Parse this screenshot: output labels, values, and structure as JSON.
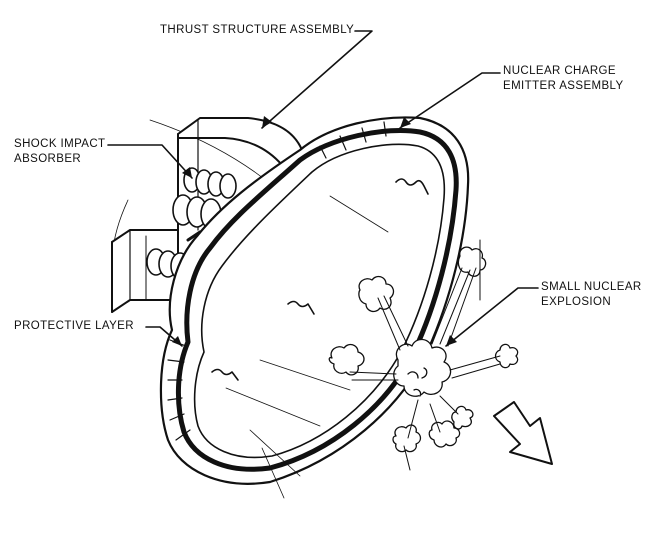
{
  "labels": {
    "thrust_structure": [
      "THRUST STRUCTURE ASSEMBLY"
    ],
    "nuclear_charge_emitter": [
      "NUCLEAR CHARGE",
      "EMITTER ASSEMBLY"
    ],
    "shock_impact_absorber": [
      "SHOCK IMPACT",
      "ABSORBER"
    ],
    "small_nuclear_explosion": [
      "SMALL NUCLEAR",
      "EXPLOSION"
    ],
    "protective_layer": [
      "PROTECTIVE LAYER"
    ]
  },
  "colors": {
    "ink": "#111111",
    "paper": "#ffffff"
  }
}
